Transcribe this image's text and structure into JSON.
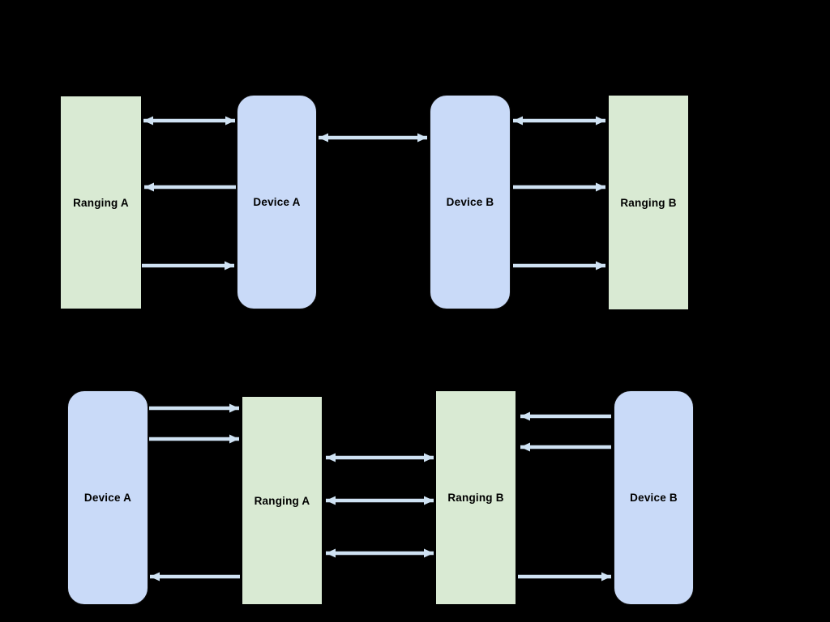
{
  "colors": {
    "background": "#000000",
    "ranging_box_fill": "#d9ead3",
    "device_box_fill": "#c9daf8",
    "arrow_fill": "#cfe2f3",
    "label_text": "#000000"
  },
  "top_diagram": {
    "boxes": [
      {
        "label": "Ranging A",
        "type": "ranging"
      },
      {
        "label": "Device A",
        "type": "device"
      },
      {
        "label": "Device B",
        "type": "device"
      },
      {
        "label": "Ranging B",
        "type": "ranging"
      }
    ],
    "arrows": [
      {
        "from": "Ranging A",
        "to": "Device A",
        "direction": "both"
      },
      {
        "from": "Device A",
        "to": "Ranging A",
        "direction": "left"
      },
      {
        "from": "Ranging A",
        "to": "Device A",
        "direction": "right"
      },
      {
        "from": "Device A",
        "to": "Device B",
        "direction": "both"
      },
      {
        "from": "Device B",
        "to": "Ranging B",
        "direction": "both"
      },
      {
        "from": "Device B",
        "to": "Ranging B",
        "direction": "right"
      },
      {
        "from": "Device B",
        "to": "Ranging B",
        "direction": "right"
      }
    ]
  },
  "bottom_diagram": {
    "boxes": [
      {
        "label": "Device A",
        "type": "device"
      },
      {
        "label": "Ranging A",
        "type": "ranging"
      },
      {
        "label": "Ranging B",
        "type": "ranging"
      },
      {
        "label": "Device B",
        "type": "device"
      }
    ],
    "arrows": [
      {
        "from": "Device A",
        "to": "Ranging A",
        "direction": "right"
      },
      {
        "from": "Device A",
        "to": "Ranging A",
        "direction": "right"
      },
      {
        "from": "Ranging A",
        "to": "Device A",
        "direction": "left"
      },
      {
        "from": "Ranging A",
        "to": "Ranging B",
        "direction": "both"
      },
      {
        "from": "Ranging A",
        "to": "Ranging B",
        "direction": "both"
      },
      {
        "from": "Ranging A",
        "to": "Ranging B",
        "direction": "both"
      },
      {
        "from": "Device B",
        "to": "Ranging B",
        "direction": "left"
      },
      {
        "from": "Device B",
        "to": "Ranging B",
        "direction": "left"
      },
      {
        "from": "Ranging B",
        "to": "Device B",
        "direction": "right"
      }
    ]
  }
}
